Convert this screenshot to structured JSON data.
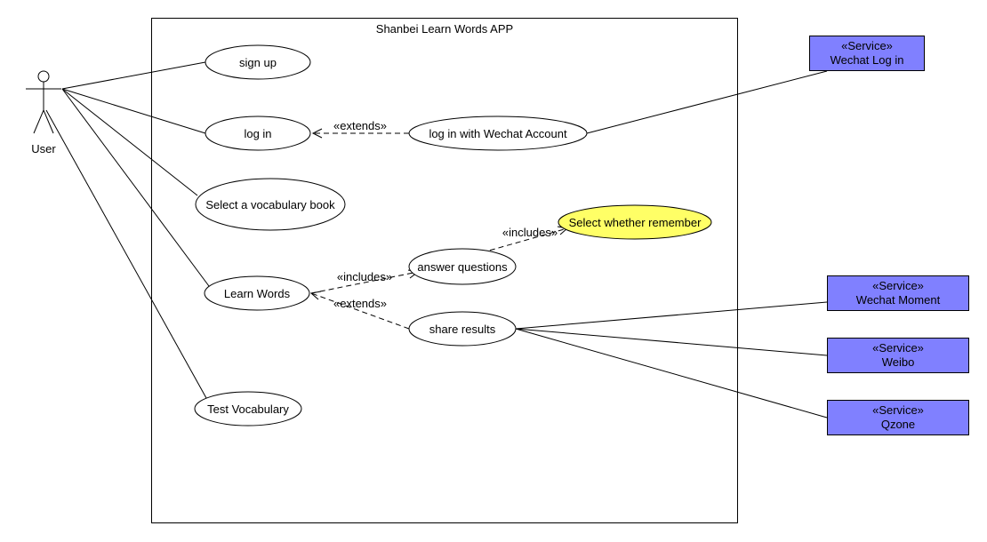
{
  "system": {
    "title": "Shanbei Learn Words APP"
  },
  "actor": {
    "name": "User"
  },
  "use_cases": {
    "sign_up": "sign up",
    "log_in": "log in",
    "log_in_wechat": "log in with Wechat Account",
    "select_book": "Select a vocabulary book",
    "learn_words": "Learn Words",
    "answer_questions": "answer questions",
    "select_remember": "Select whether remember",
    "share_results": "share results",
    "test_vocabulary": "Test Vocabulary"
  },
  "relations": {
    "extends_login": "«extends»",
    "includes_answer": "«includes»",
    "includes_remember": "«includes»",
    "extends_share": "«extends»"
  },
  "services": [
    {
      "stereotype": "«Service»",
      "name": "Wechat Log in"
    },
    {
      "stereotype": "«Service»",
      "name": "Wechat Moment"
    },
    {
      "stereotype": "«Service»",
      "name": "Weibo"
    },
    {
      "stereotype": "«Service»",
      "name": "Qzone"
    }
  ],
  "colors": {
    "service_fill": "#8080ff",
    "highlight_usecase_fill": "#ffff66"
  }
}
